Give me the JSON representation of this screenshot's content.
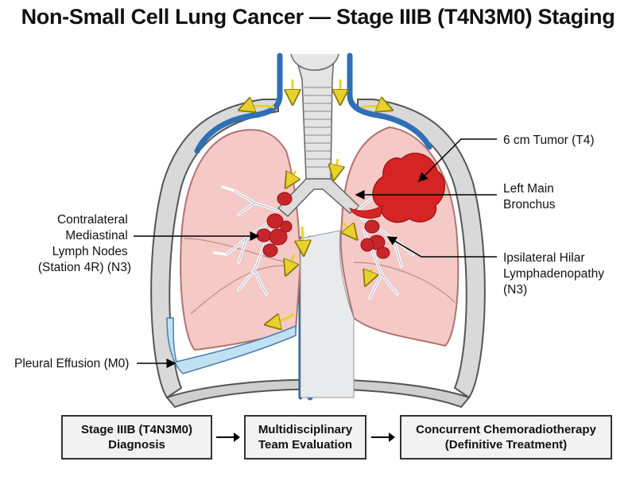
{
  "title": "Non-Small Cell Lung Cancer — Stage IIIB (T4N3M0) Staging",
  "labels": {
    "tumor": "6 cm Tumor (T4)",
    "bronchus": [
      "Left Main",
      "Bronchus"
    ],
    "contralateral": [
      "Contralateral",
      "Mediastinal",
      "Lymph Nodes",
      "(Station 4R) (N3)"
    ],
    "ipsilateral": [
      "Ipsilateral Hilar",
      "Lymphadenopathy",
      "(N3)"
    ],
    "effusion": "Pleural Effusion (M0)"
  },
  "flow": [
    {
      "line1": "Stage IIIB (T4N3M0)",
      "line2": "Diagnosis"
    },
    {
      "line1": "Multidisciplinary",
      "line2": "Team Evaluation"
    },
    {
      "line1": "Concurrent Chemoradiotherapy",
      "line2": "(Definitive Treatment)"
    }
  ],
  "colors": {
    "lung": "#f4c9c6",
    "lung_edge": "#d48a86",
    "rib": "#d8d8d8",
    "vessel": "#2f6fb5",
    "tumor": "#d62424",
    "node": "#c8252b",
    "arrow": "#f2e03a",
    "trachea": "#e3e3e3"
  }
}
